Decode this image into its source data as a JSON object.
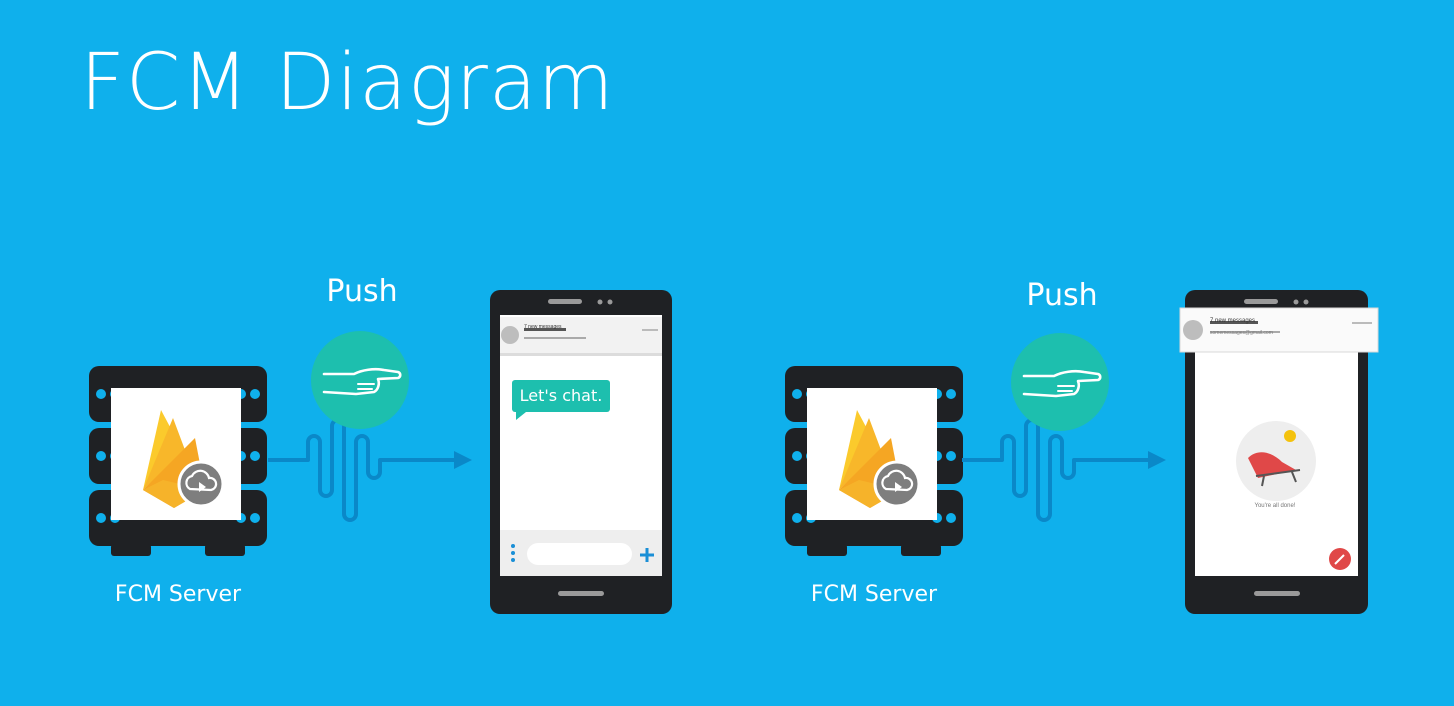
{
  "title": "FCM Diagram",
  "flows": [
    {
      "server_label": "FCM Server",
      "push_label": "Push",
      "chat_bubble": "Let's chat."
    },
    {
      "server_label": "FCM Server",
      "push_label": "Push",
      "phone_empty_text": "You're all done!"
    }
  ],
  "notification": {
    "title": "7 new messages",
    "email": "somemessages@gmail.com"
  },
  "colors": {
    "background": "#0fb0ec",
    "teal": "#1dbfae",
    "dark": "#1f2124",
    "flame_yellow": "#fbca2c",
    "flame_orange": "#f5a623"
  },
  "icons": [
    "firebase-flame-icon",
    "cloud-send-icon",
    "pointing-hand-icon",
    "arrow-icon",
    "compose-icon",
    "plus-icon",
    "menu-dots-icon"
  ]
}
